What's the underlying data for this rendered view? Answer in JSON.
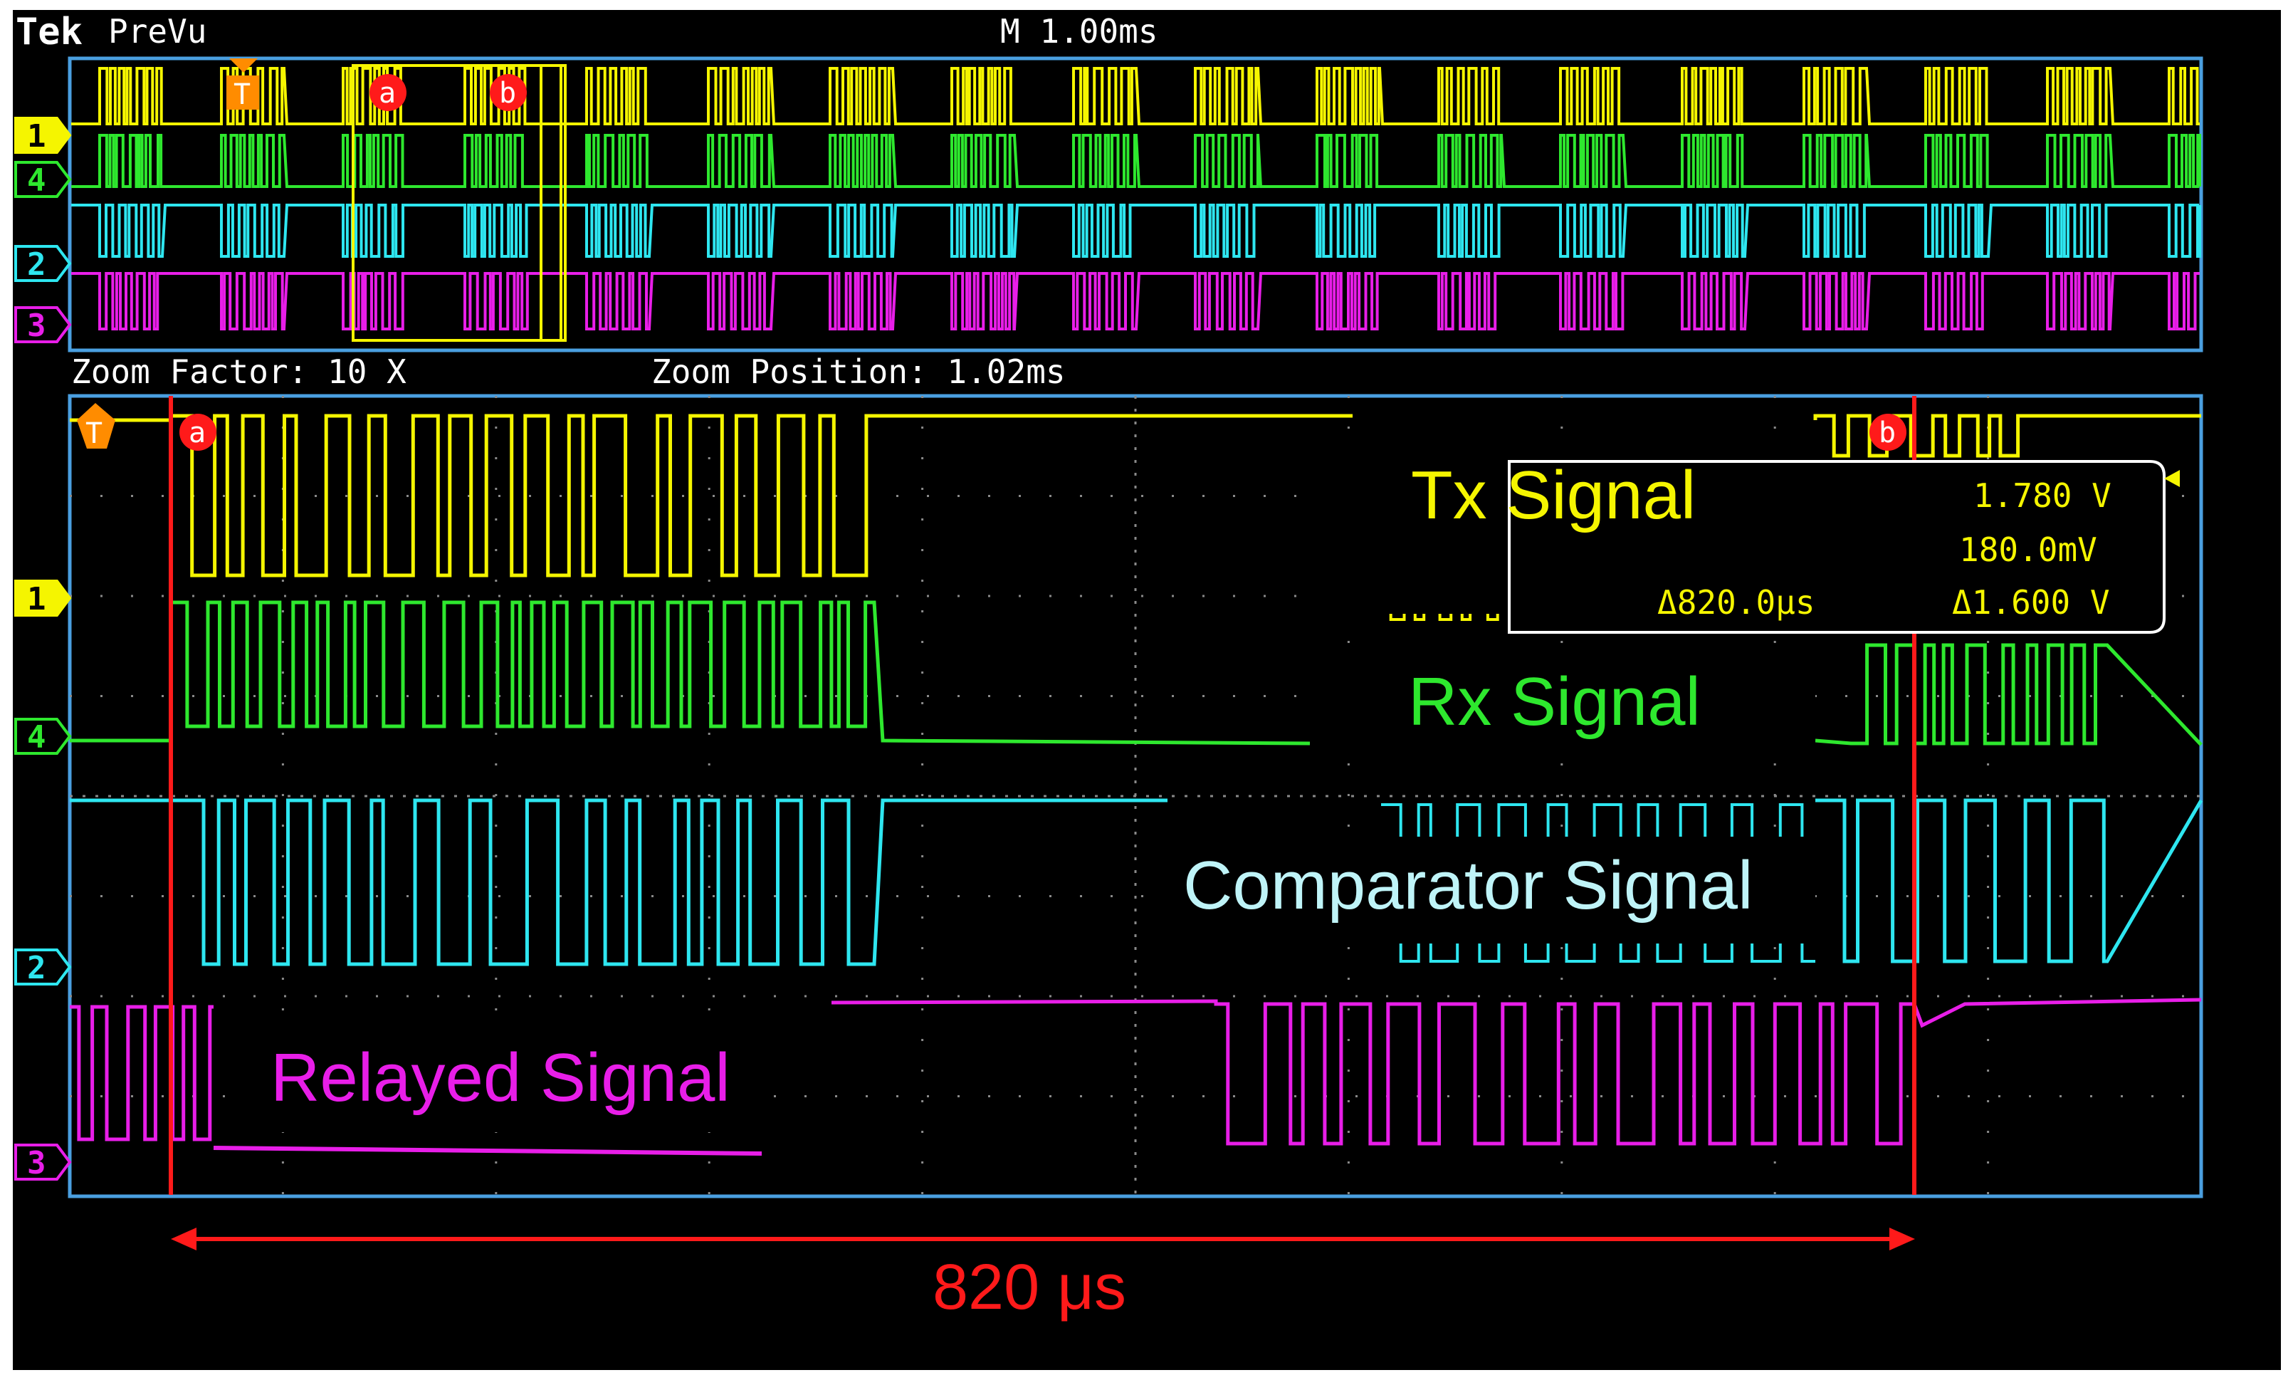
{
  "header": {
    "brand": "Tek",
    "mode": "PreVu",
    "timebase": "M 1.00ms"
  },
  "zoom": {
    "factor_label": "Zoom Factor: 10 X",
    "position_label": "Zoom Position: 1.02ms"
  },
  "channels": [
    {
      "id": "1",
      "color": "#f5f500"
    },
    {
      "id": "4",
      "color": "#2ee82e"
    },
    {
      "id": "2",
      "color": "#2ee6f0"
    },
    {
      "id": "3",
      "color": "#e81ee8"
    }
  ],
  "markers": {
    "trigger": "T",
    "cursor_a": "a",
    "cursor_b": "b"
  },
  "cursor_readout": {
    "v_a": "1.780 V",
    "v_b": "180.0mV",
    "delta_t": "Δ820.0μs",
    "delta_v": "Δ1.600 V"
  },
  "annotations": {
    "tx": "Tx Signal",
    "rx": "Rx Signal",
    "comparator": "Comparator Signal",
    "relayed": "Relayed Signal",
    "duration": "820 μs"
  },
  "colors": {
    "background": "#000000",
    "frame": "#4a9fe0",
    "grid": "#a0a0a0",
    "cursor_line": "#ff1a1a",
    "text": "#ffffff"
  },
  "chart_data": {
    "type": "line",
    "title": "",
    "xlabel": "",
    "ylabel": "",
    "series": [
      {
        "name": "Tx Signal",
        "channel": "1"
      },
      {
        "name": "Rx Signal",
        "channel": "4"
      },
      {
        "name": "Comparator Signal",
        "channel": "2"
      },
      {
        "name": "Relayed Signal",
        "channel": "3"
      }
    ],
    "cursor_delta_t_us": 820.0,
    "cursor_v_a": 1.78,
    "cursor_v_b": 0.18,
    "cursor_delta_v": 1.6,
    "zoom_factor": 10,
    "zoom_position_ms": 1.02,
    "timebase_ms_per_div": 1.0,
    "grid": true
  }
}
